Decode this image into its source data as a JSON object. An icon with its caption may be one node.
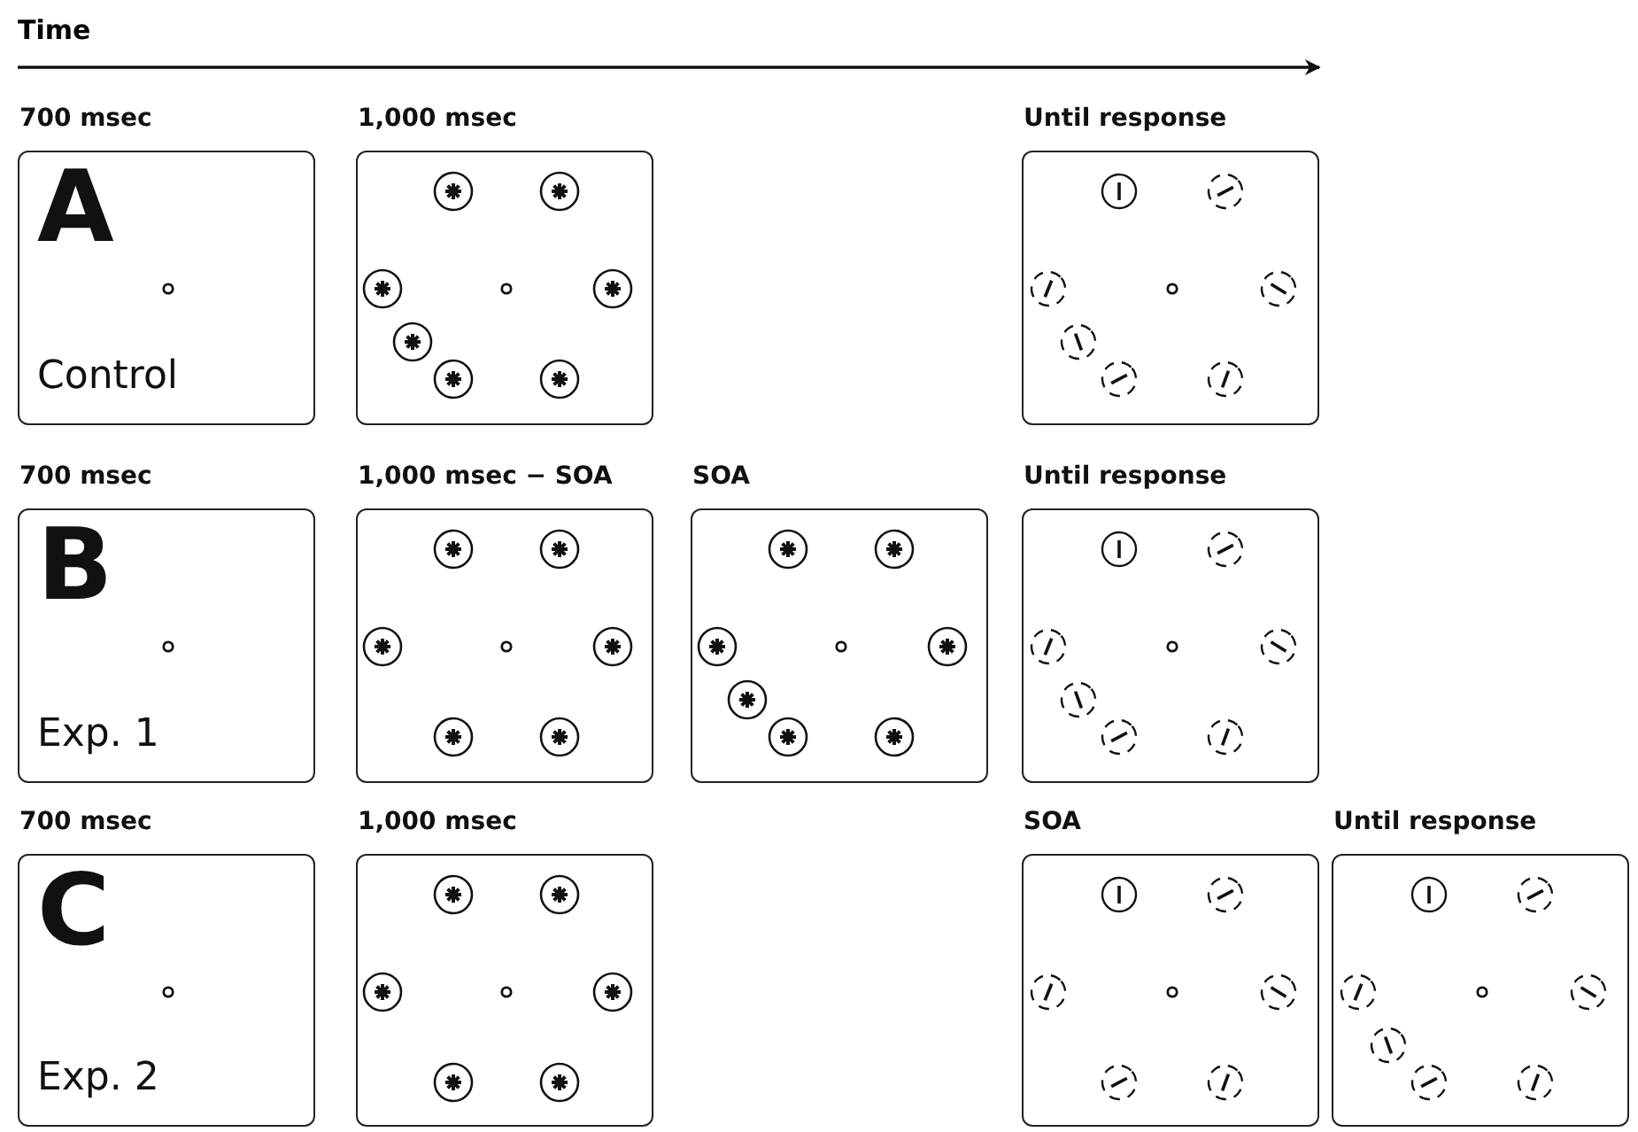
{
  "diagram": {
    "nodes": [
      {
        "text": [
          "700 msec",
          "A",
          "Control"
        ]
      },
      {
        "text": [
          "1,000 msec"
        ]
      },
      {
        "text": [
          "Until response"
        ]
      },
      {
        "text": [
          "700 msec",
          "B",
          "Exp. 1"
        ]
      },
      {
        "text": [
          "1,000 msec − SOA"
        ]
      },
      {
        "text": [
          "SOA"
        ]
      },
      {
        "text": [
          "Until response"
        ]
      },
      {
        "text": [
          "700 msec",
          "C",
          "Exp. 2"
        ]
      },
      {
        "text": [
          "1,000 msec"
        ]
      },
      {
        "text": [
          "SOA"
        ]
      },
      {
        "text": [
          "Until response"
        ]
      }
    ],
    "labels": [
      "Time"
    ]
  }
}
